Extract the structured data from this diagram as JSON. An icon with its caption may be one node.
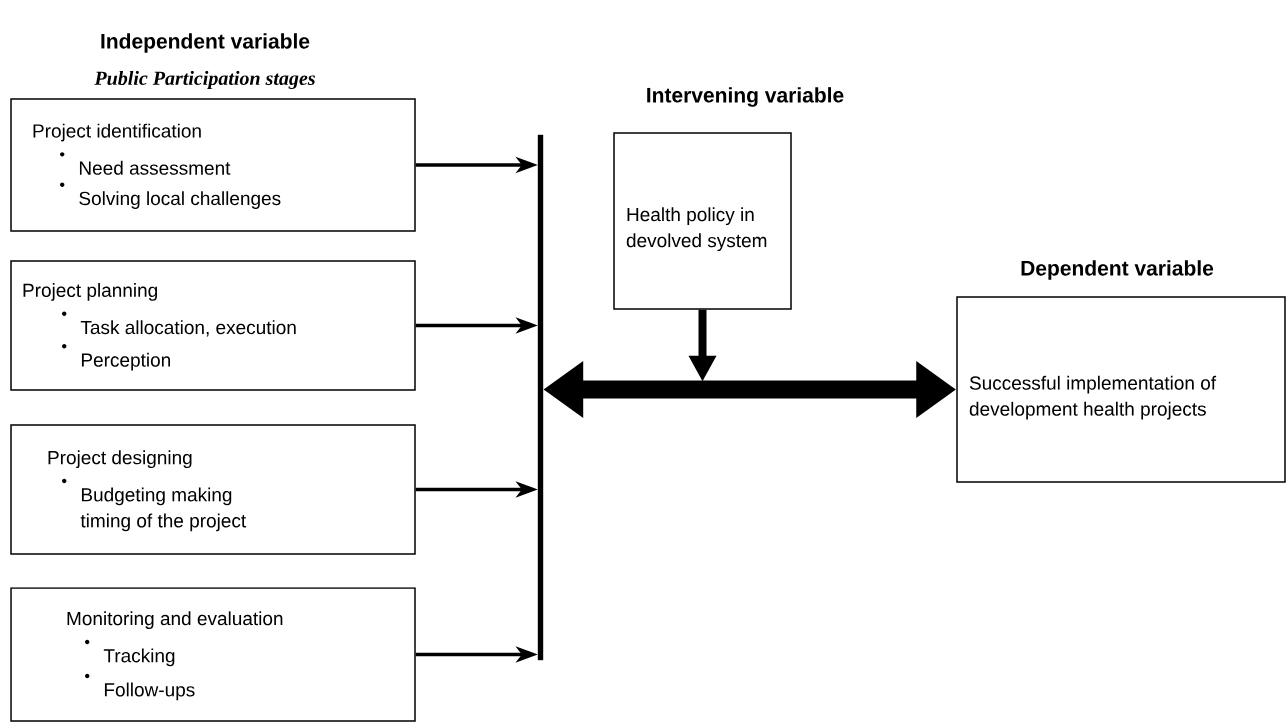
{
  "diagram": {
    "nodes": [
      {
        "text": [
          "Project identification",
          "Need assessment",
          "Solving local challenges"
        ]
      },
      {
        "text": [
          "Project planning",
          "Task allocation, execution",
          "Perception"
        ]
      },
      {
        "text": [
          "Project designing",
          "Budgeting making timing of the project"
        ]
      },
      {
        "text": [
          "Monitoring and evaluation",
          "Tracking",
          "Follow-ups"
        ]
      },
      {
        "text": [
          "Health policy in devolved system"
        ]
      },
      {
        "text": [
          "Successful implementation of development health projects"
        ]
      },
      {
        "text": [],
        "shape": "bar"
      }
    ],
    "edges": [
      {
        "from": 0,
        "to": 6,
        "arrow": "to"
      },
      {
        "from": 1,
        "to": 6,
        "arrow": "to"
      },
      {
        "from": 2,
        "to": 6,
        "arrow": "to"
      },
      {
        "from": 3,
        "to": 6,
        "arrow": "to"
      },
      {
        "from": 4,
        "to": null,
        "arrow": "to",
        "style": "thick"
      },
      {
        "from": 6,
        "to": 5,
        "arrow": "both",
        "style": "thick"
      }
    ],
    "labels": [
      "Independent variable",
      "Public Participation stages",
      "Intervening variable",
      "Dependent variable"
    ]
  }
}
